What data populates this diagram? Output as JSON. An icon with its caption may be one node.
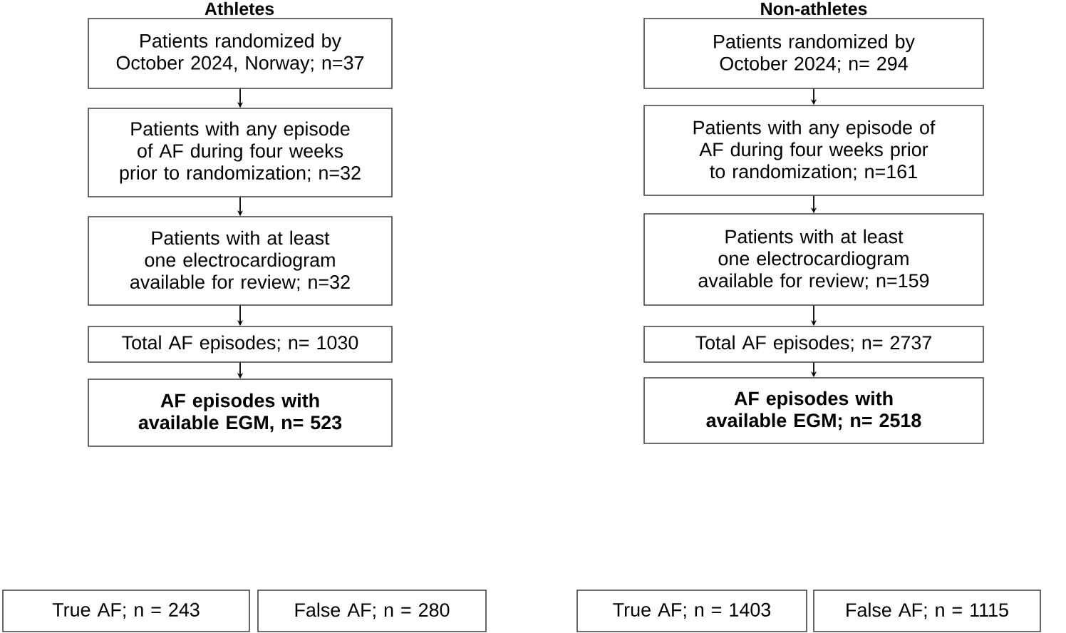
{
  "diagram": {
    "nodes": [
      {
        "text": [
          "Patients randomized by October 2024, Norway; n=37"
        ]
      },
      {
        "text": [
          "Patients with any episode of AF during four weeks prior to randomization; n=32"
        ]
      },
      {
        "text": [
          "Patients with at least one electrocardiogram available for review; n=32"
        ]
      },
      {
        "text": [
          "Total AF episodes; n= 1030"
        ]
      },
      {
        "text": [
          "AF episodes with available EGM, n= 523"
        ]
      },
      {
        "text": [
          "True AF; n = 243"
        ]
      },
      {
        "text": [
          "False AF; n = 280"
        ]
      },
      {
        "text": [
          "Patients randomized by October 2024; n= 294"
        ]
      },
      {
        "text": [
          "Patients with any episode of AF during four weeks prior to randomization; n=161"
        ]
      },
      {
        "text": [
          "Patients with at least one electrocardiogram available for review; n=159"
        ]
      },
      {
        "text": [
          "Total AF episodes; n= 2737"
        ]
      },
      {
        "text": [
          "AF episodes with available EGM; n= 2518"
        ]
      },
      {
        "text": [
          "True AF; n = 1403"
        ]
      },
      {
        "text": [
          "False AF; n = 1115"
        ]
      }
    ],
    "edges": [
      {
        "from": 0,
        "to": 1,
        "arrow": "to"
      },
      {
        "from": 1,
        "to": 2,
        "arrow": "to"
      },
      {
        "from": 2,
        "to": 3,
        "arrow": "to"
      },
      {
        "from": 3,
        "to": 4,
        "arrow": "to"
      },
      {
        "from": 7,
        "to": 8,
        "arrow": "to"
      },
      {
        "from": 8,
        "to": 9,
        "arrow": "to"
      },
      {
        "from": 9,
        "to": 10,
        "arrow": "to"
      },
      {
        "from": 10,
        "to": 11,
        "arrow": "to"
      }
    ],
    "labels": [
      "Athletes",
      "Non-athletes"
    ]
  }
}
